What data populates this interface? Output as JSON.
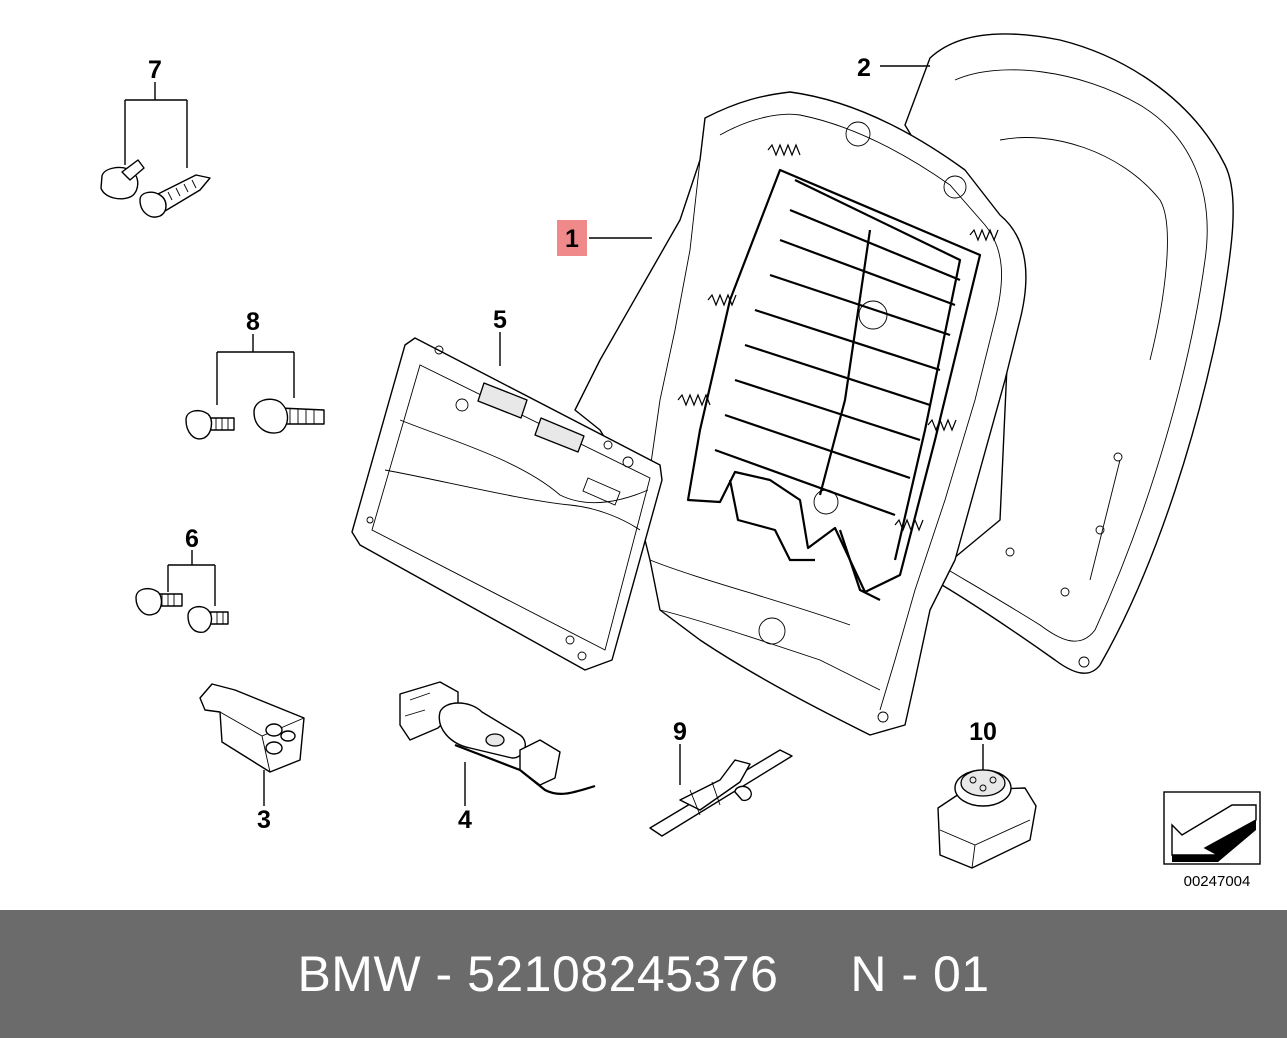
{
  "diagram": {
    "callouts": {
      "c1": "1",
      "c2": "2",
      "c3": "3",
      "c4": "4",
      "c5": "5",
      "c6": "6",
      "c7": "7",
      "c8": "8",
      "c9": "9",
      "c10": "10"
    },
    "highlight_color": "#f08a8a",
    "image_number": "00247004",
    "orientation_icon": "arrow-box-icon"
  },
  "footer": {
    "brand": "BMW",
    "part_number": "52108245376",
    "position": "N - 01",
    "text": "BMW - 52108245376     N - 01",
    "background": "#6b6b6b"
  }
}
